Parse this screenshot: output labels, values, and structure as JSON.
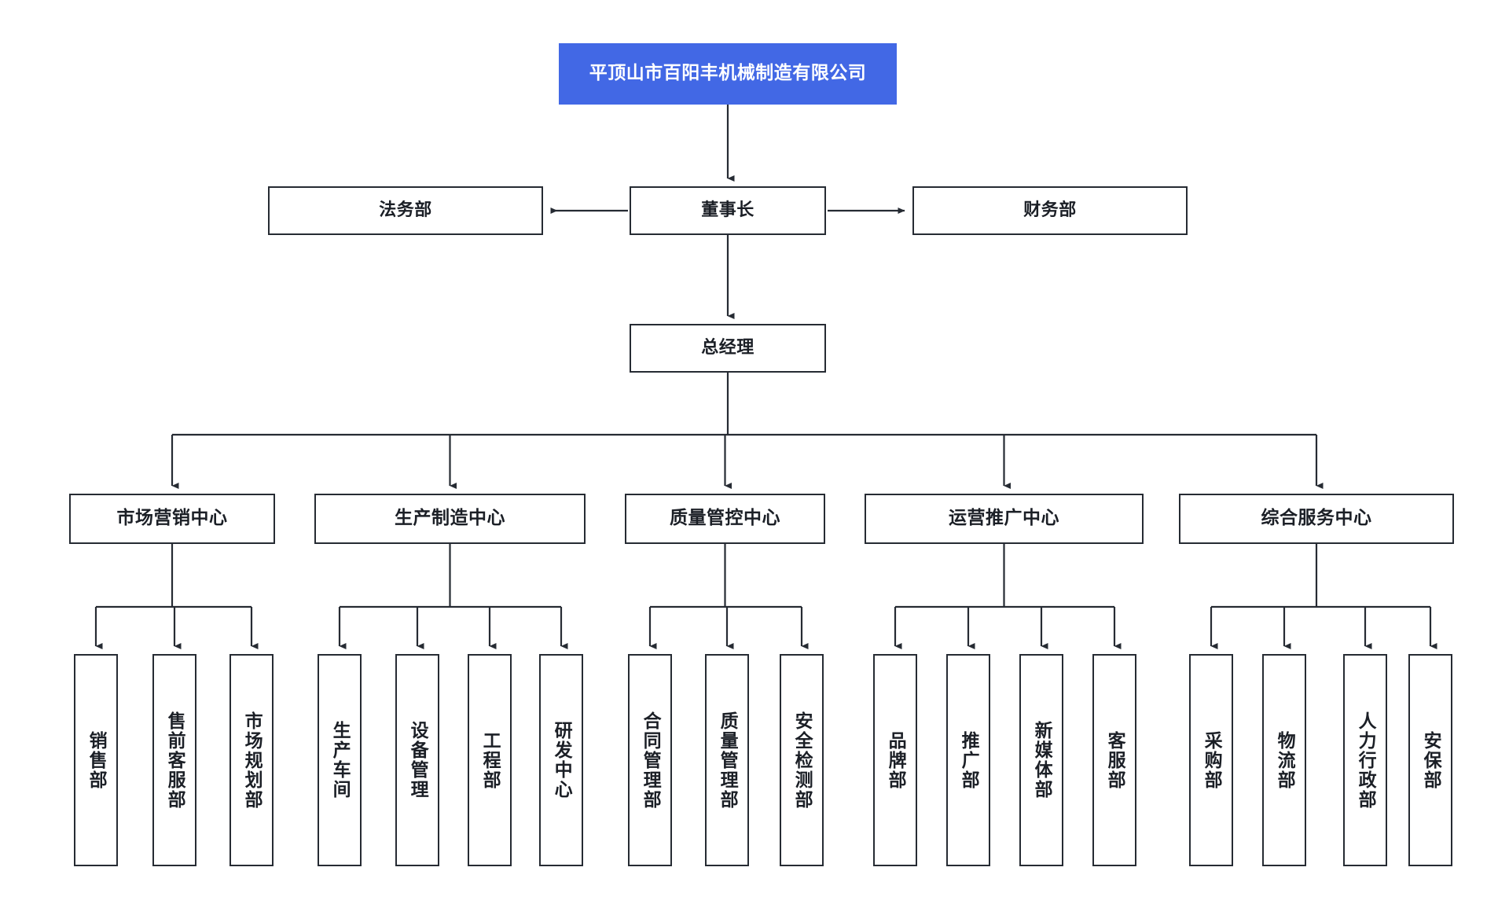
{
  "diagram": {
    "type": "organization-chart",
    "orientation": "top-down",
    "colors": {
      "root_fill": "#4268e5",
      "root_text": "#ffffff",
      "box_stroke": "#262b33",
      "box_fill": "#ffffff",
      "connector": "#262b33",
      "page_background": "#ffffff"
    }
  },
  "root": {
    "label": "平顶山市百阳丰机械制造有限公司"
  },
  "level2": {
    "left": {
      "label": "法务部"
    },
    "center": {
      "label": "董事长"
    },
    "right": {
      "label": "财务部"
    }
  },
  "level3": {
    "center": {
      "label": "总经理"
    }
  },
  "centers": [
    {
      "label": "市场营销中心",
      "children": [
        {
          "label": "销售部"
        },
        {
          "label": "售前客服部"
        },
        {
          "label": "市场规划部"
        }
      ]
    },
    {
      "label": "生产制造中心",
      "children": [
        {
          "label": "生产车间"
        },
        {
          "label": "设备管理"
        },
        {
          "label": "工程部"
        },
        {
          "label": "研发中心"
        }
      ]
    },
    {
      "label": "质量管控中心",
      "children": [
        {
          "label": "合同管理部"
        },
        {
          "label": "质量管理部"
        },
        {
          "label": "安全检测部"
        }
      ]
    },
    {
      "label": "运营推广中心",
      "children": [
        {
          "label": "品牌部"
        },
        {
          "label": "推广部"
        },
        {
          "label": "新媒体部"
        },
        {
          "label": "客服部"
        }
      ]
    },
    {
      "label": "综合服务中心",
      "children": [
        {
          "label": "采购部"
        },
        {
          "label": "物流部"
        },
        {
          "label": "人力行政部"
        },
        {
          "label": "安保部"
        }
      ]
    }
  ]
}
